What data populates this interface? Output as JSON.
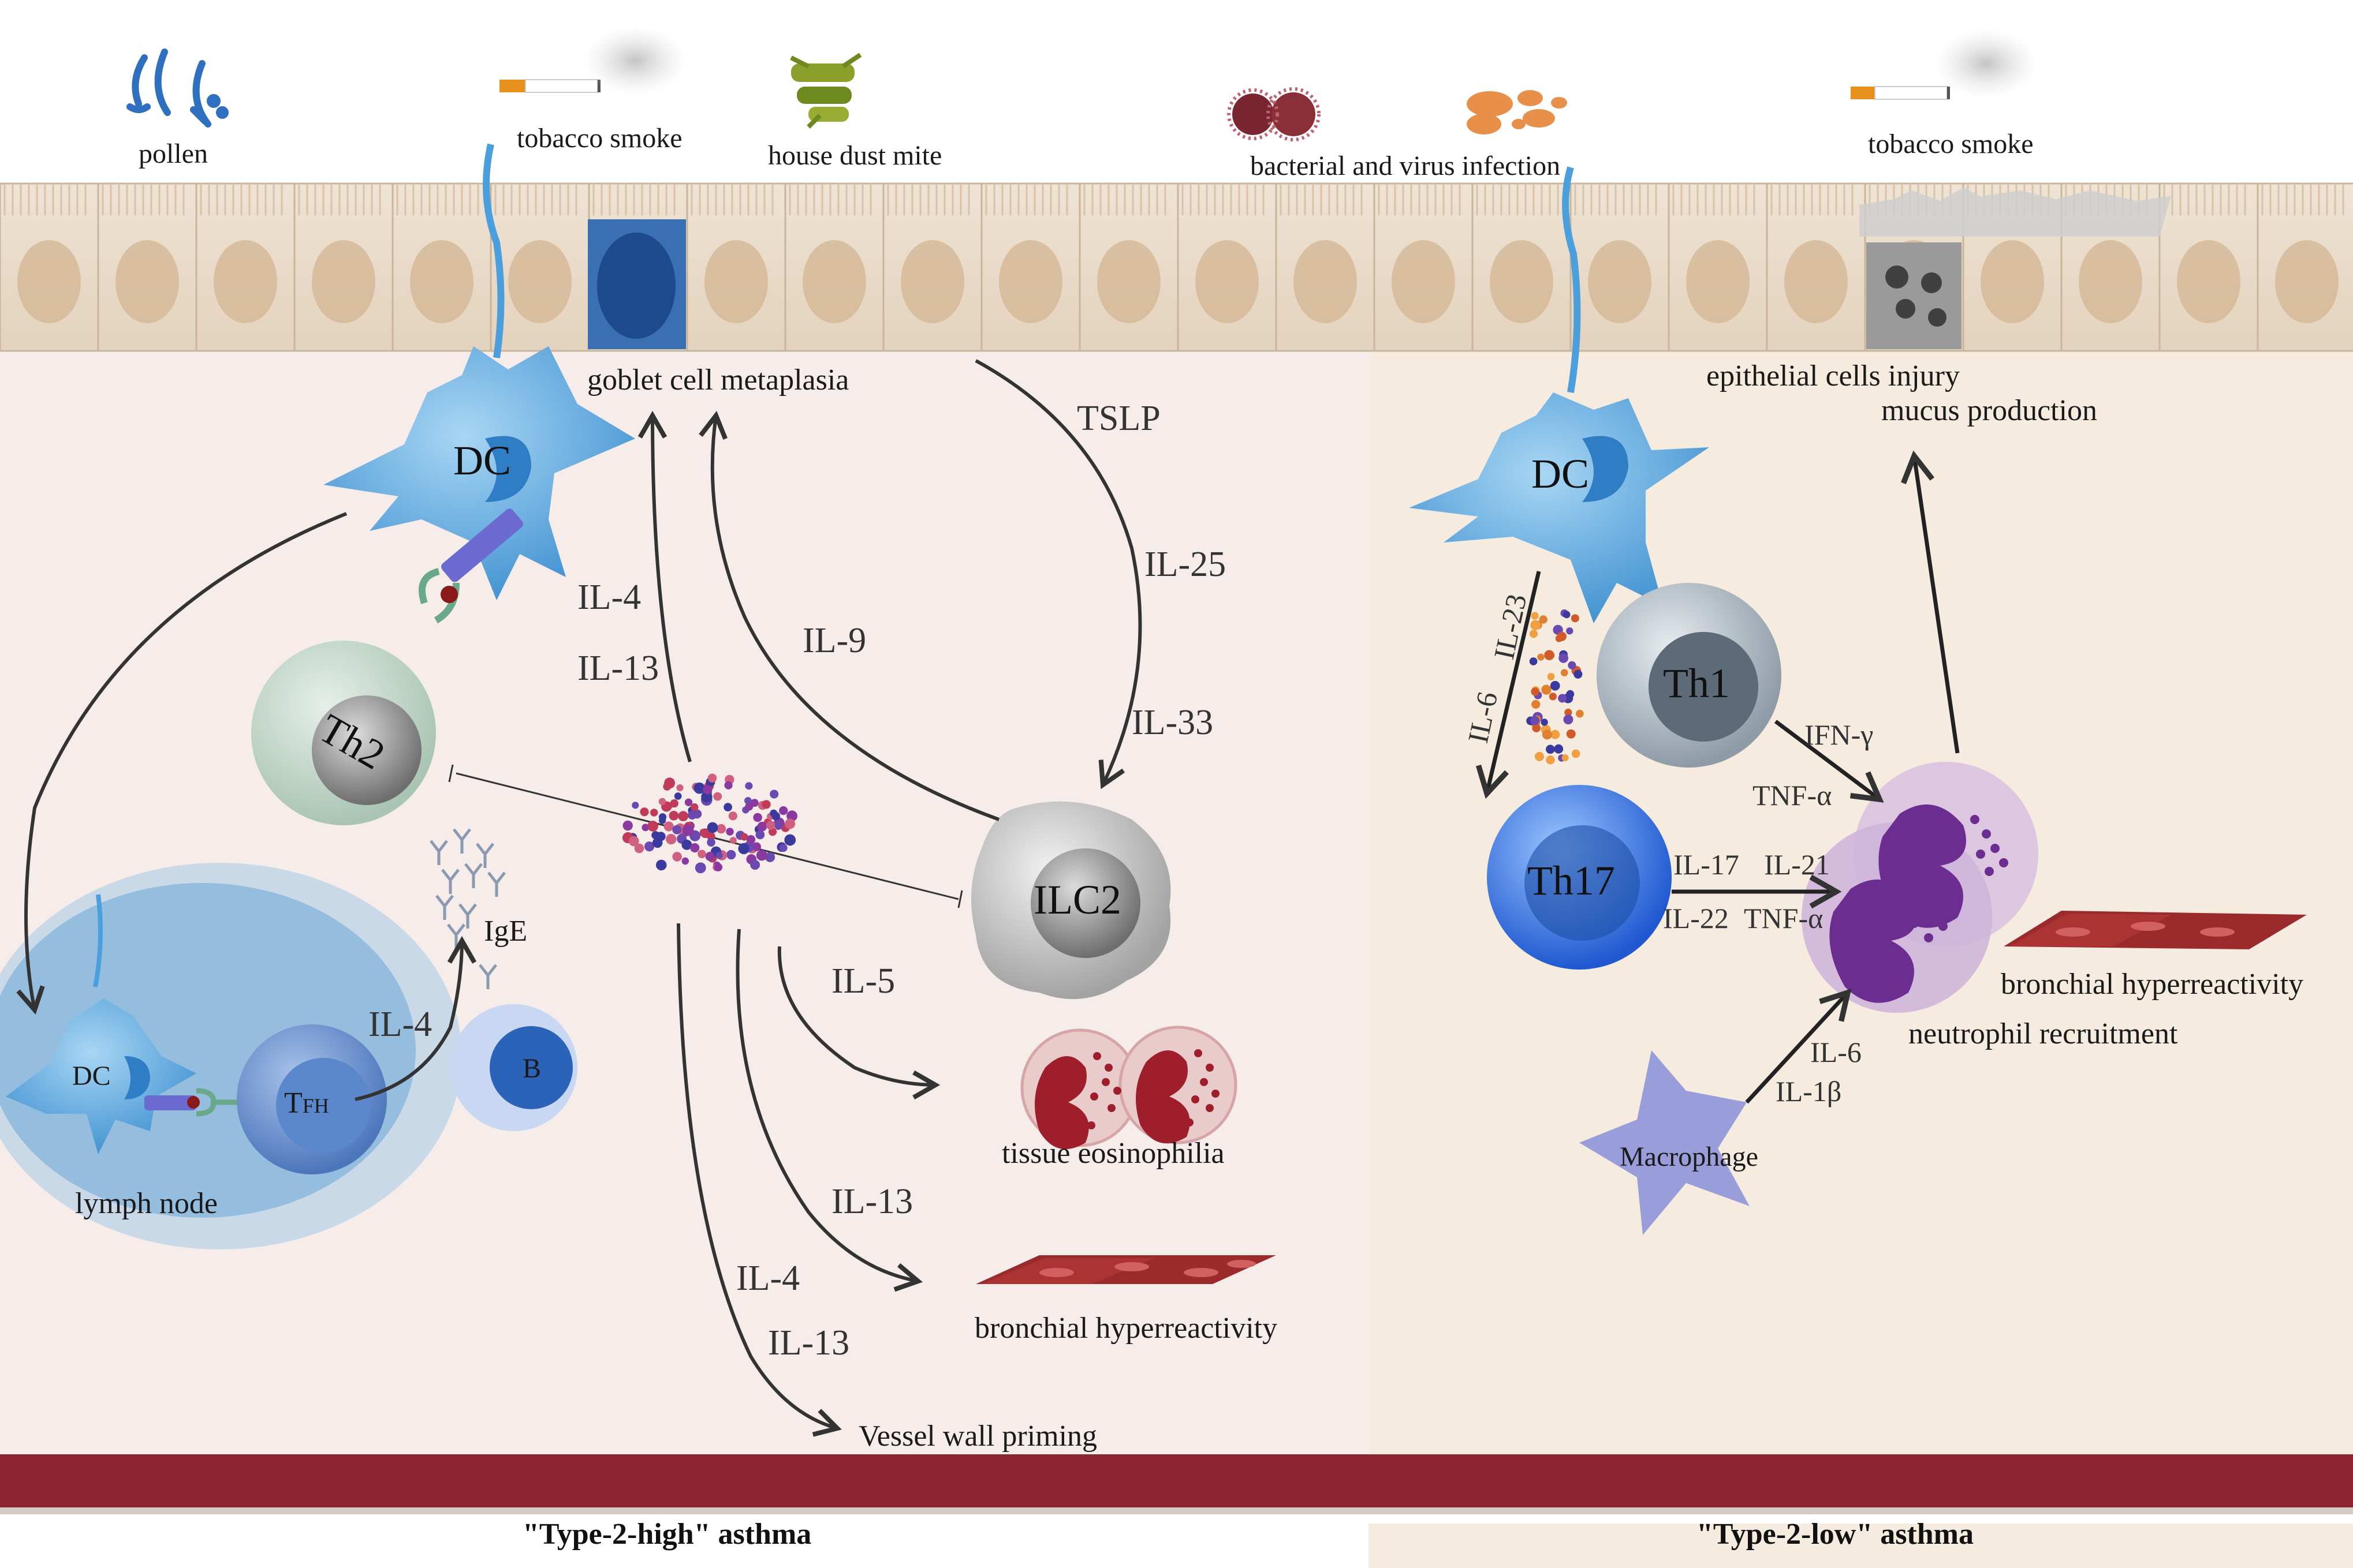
{
  "triggers": {
    "pollen": "pollen",
    "tobacco_smoke_left": "tobacco smoke",
    "house_dust_mite": "house dust mite",
    "infection": "bacterial and  virus infection",
    "tobacco_smoke_right": "tobacco smoke"
  },
  "left_panel": {
    "goblet": "goblet cell metaplasia",
    "dc": "DC",
    "th2": "Th2",
    "ilc2": "ILC2",
    "lymph_node": "lymph node",
    "ln_dc": "DC",
    "tfh_main": "T",
    "tfh_sub": "FH",
    "b_cell": "B",
    "ige": "IgE",
    "il4_tfh": "IL-4",
    "il4_goblet": "IL-4",
    "il13_goblet": "IL-13",
    "il9": "IL-9",
    "tslp": "TSLP",
    "il25": "IL-25",
    "il33": "IL-33",
    "il5": "IL-5",
    "il13_bhr": "IL-13",
    "il4_vessel": "IL-4",
    "il13_vessel": "IL-13",
    "eosinophilia": "tissue eosinophilia",
    "bhr": "bronchial hyperreactivity",
    "vessel": "Vessel wall priming"
  },
  "right_panel": {
    "injury": "epithelial cells injury",
    "mucus": "mucus production",
    "dc": "DC",
    "il6": "IL-6",
    "il23": "IL-23",
    "th1": "Th1",
    "th17": "Th17",
    "ifng": "IFN-γ",
    "tnfa_th1": "TNF-α",
    "il17": "IL-17",
    "il21": "IL-21",
    "il22": "IL-22",
    "tnfa_th17": "TNF-α",
    "neutrophil": "neutrophil recruitment",
    "bhr": "bronchial hyperreactivity",
    "macrophage": "Macrophage",
    "il6_mac": "IL-6",
    "il1b": "IL-1β"
  },
  "footer": {
    "left": "\"Type-2-high\" asthma",
    "right": "\"Type-2-low\" asthma"
  },
  "colors": {
    "left_bg": "#f6ecea",
    "right_bg": "#f5ecdf",
    "basement": "#8b2630",
    "dc_blue": "#4fa3dd",
    "th17_blue": "#2f6fe0",
    "neutrophil_purple": "#7a3aa0",
    "eosinophil_red": "#9e1f2b"
  }
}
